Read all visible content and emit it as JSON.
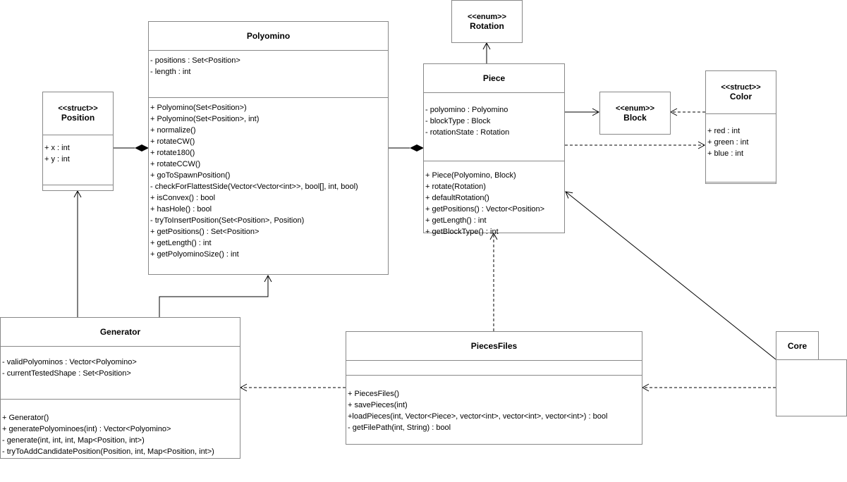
{
  "classes": {
    "polyomino": {
      "name": "Polyomino",
      "attributes": [
        "- positions : Set<Position>",
        "- length : int"
      ],
      "methods": [
        "+ Polyomino(Set<Position>)",
        "+ Polyomino(Set<Position>, int)",
        "+ normalize()",
        "+ rotateCW()",
        "+ rotate180()",
        "+ rotateCCW()",
        "+ goToSpawnPosition()",
        "- checkForFlattestSide(Vector<Vector<int>>, bool[], int, bool)",
        "+ isConvex() : bool",
        "+ hasHole() : bool",
        "- tryToInsertPosition(Set<Position>, Position)",
        "+ getPositions() : Set<Position>",
        "+ getLength() : int",
        "+ getPolyominoSize() : int"
      ]
    },
    "position": {
      "stereotype": "<<struct>>",
      "name": "Position",
      "attributes": [
        "+ x : int",
        "+ y : int"
      ],
      "methods": []
    },
    "rotation": {
      "stereotype": "<<enum>>",
      "name": "Rotation"
    },
    "piece": {
      "name": "Piece",
      "attributes": [
        "- polyomino : Polyomino",
        "- blockType : Block",
        "- rotationState : Rotation"
      ],
      "methods": [
        "+ Piece(Polyomino, Block)",
        "+ rotate(Rotation)",
        "+ defaultRotation()",
        "+ getPositions() : Vector<Position>",
        "+ getLength() : int",
        "+ getBlockType() : int"
      ]
    },
    "block": {
      "stereotype": "<<enum>>",
      "name": "Block"
    },
    "color": {
      "stereotype": "<<struct>>",
      "name": "Color",
      "attributes": [
        "+ red : int",
        "+ green : int",
        "+ blue : int"
      ],
      "methods": []
    },
    "generator": {
      "name": "Generator",
      "attributes": [
        "- validPolyominos : Vector<Polyomino>",
        "- currentTestedShape : Set<Position>"
      ],
      "methods": [
        "+ Generator()",
        "+ generatePolyominoes(int) : Vector<Polyomino>",
        "- generate(int, int, int, Map<Position, int>)",
        "- tryToAddCandidatePosition(Position, int, Map<Position, int>)"
      ]
    },
    "piecesFiles": {
      "name": "PiecesFiles",
      "attributes": [],
      "methods": [
        "+ PiecesFiles()",
        "+ savePieces(int)",
        "+loadPieces(int, Vector<Piece>, vector<int>, vector<int>, vector<int>) : bool",
        "- getFilePath(int, String) : bool"
      ]
    }
  },
  "packages": {
    "core": {
      "name": "Core"
    }
  },
  "colors": {
    "line": "#000000",
    "border": "#888888",
    "background": "#ffffff"
  }
}
